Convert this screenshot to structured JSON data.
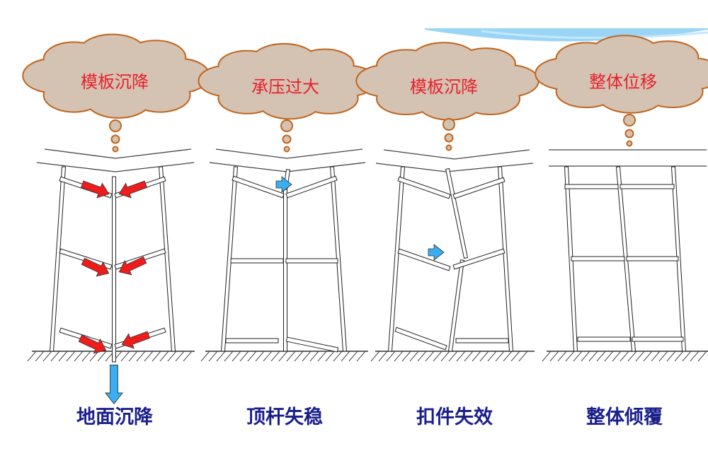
{
  "panels": [
    {
      "cloud": "模板沉降",
      "caption": "地面沉降"
    },
    {
      "cloud": "承压过大",
      "caption": "顶杆失稳"
    },
    {
      "cloud": "模板沉降",
      "caption": "扣件失效"
    },
    {
      "cloud": "整体位移",
      "caption": "整体倾覆"
    }
  ],
  "colors": {
    "cloud_fill": "#d4c2b3",
    "cloud_stroke": "#c2651c",
    "cloud_text": "#e8202a",
    "caption": "#1a1f8a",
    "red_arrow": "#ee1c1c",
    "blue_arrow": "#3aaef0",
    "swoosh": "#8fd0f5"
  }
}
